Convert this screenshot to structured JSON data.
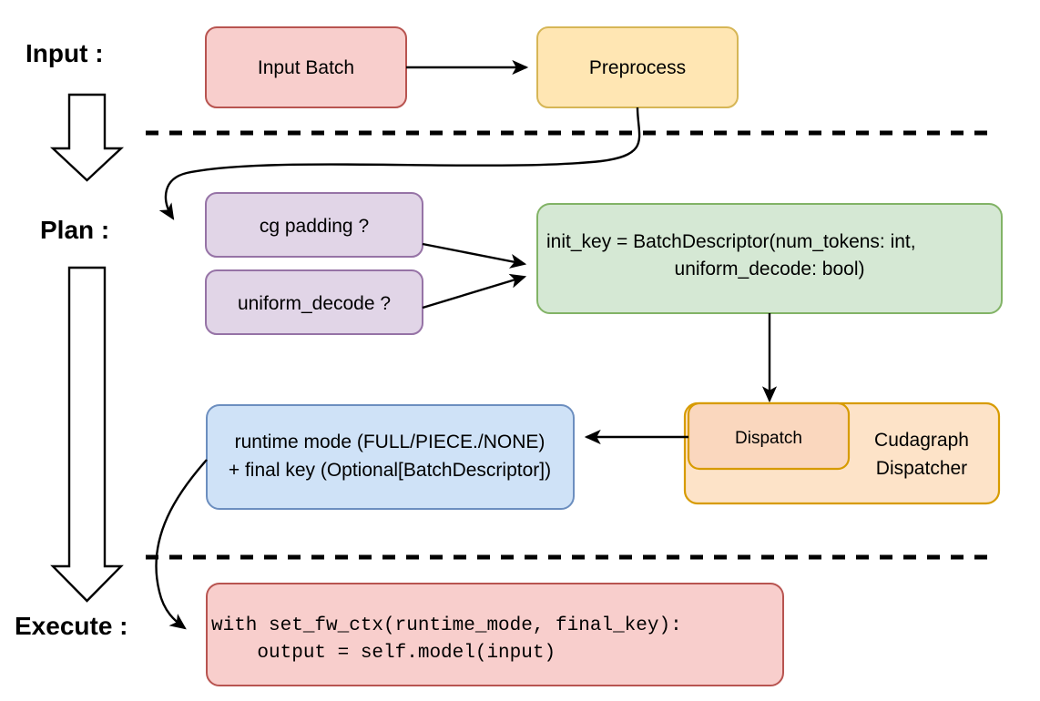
{
  "diagram": {
    "title_stages": [
      {
        "id": "input",
        "label": "Input :"
      },
      {
        "id": "plan",
        "label": "Plan :"
      },
      {
        "id": "execute",
        "label": "Execute :"
      }
    ],
    "nodes": {
      "input_batch": {
        "label": "Input Batch",
        "fill": "#f8cecc",
        "stroke": "#b85450"
      },
      "preprocess": {
        "label": "Preprocess",
        "fill": "#ffe6b3",
        "stroke": "#d6b656"
      },
      "cg_padding": {
        "label": "cg padding ?",
        "fill": "#e1d5e7",
        "stroke": "#9673a6"
      },
      "uniform_decode": {
        "label": "uniform_decode ?",
        "fill": "#e1d5e7",
        "stroke": "#9673a6"
      },
      "init_key": {
        "line1": "init_key = BatchDescriptor(num_tokens: int,",
        "line2": "uniform_decode: bool)",
        "fill": "#d5e8d4",
        "stroke": "#82b366"
      },
      "cudagraph_dispatcher": {
        "line1": "Cudagraph",
        "line2": "Dispatcher",
        "fill": "#fde3c8",
        "stroke": "#d79b00"
      },
      "dispatch": {
        "label": "Dispatch",
        "fill": "#fad7be",
        "stroke": "#d79b00"
      },
      "runtime_mode": {
        "line1": "runtime mode (FULL/PIECE./NONE)",
        "line2": "+ final key (Optional[BatchDescriptor])",
        "fill": "#cfe2f7",
        "stroke": "#6c8ebf"
      },
      "execute_code": {
        "line1": "with set_fw_ctx(runtime_mode, final_key):",
        "line2": "    output = self.model(input)",
        "fill": "#f8cecc",
        "stroke": "#b85450"
      }
    },
    "dividers": [
      {
        "id": "input-plan-divider"
      },
      {
        "id": "plan-execute-divider"
      }
    ],
    "stage_arrows": [
      {
        "id": "input-to-plan-arrow"
      },
      {
        "id": "plan-to-execute-arrow"
      }
    ],
    "edges": [
      {
        "id": "input-batch-to-preprocess"
      },
      {
        "id": "preprocess-to-cg-padding"
      },
      {
        "id": "cg-padding-to-init-key"
      },
      {
        "id": "uniform-decode-to-init-key"
      },
      {
        "id": "init-key-to-dispatch"
      },
      {
        "id": "dispatch-to-runtime-mode"
      },
      {
        "id": "runtime-mode-to-execute-code"
      }
    ]
  }
}
